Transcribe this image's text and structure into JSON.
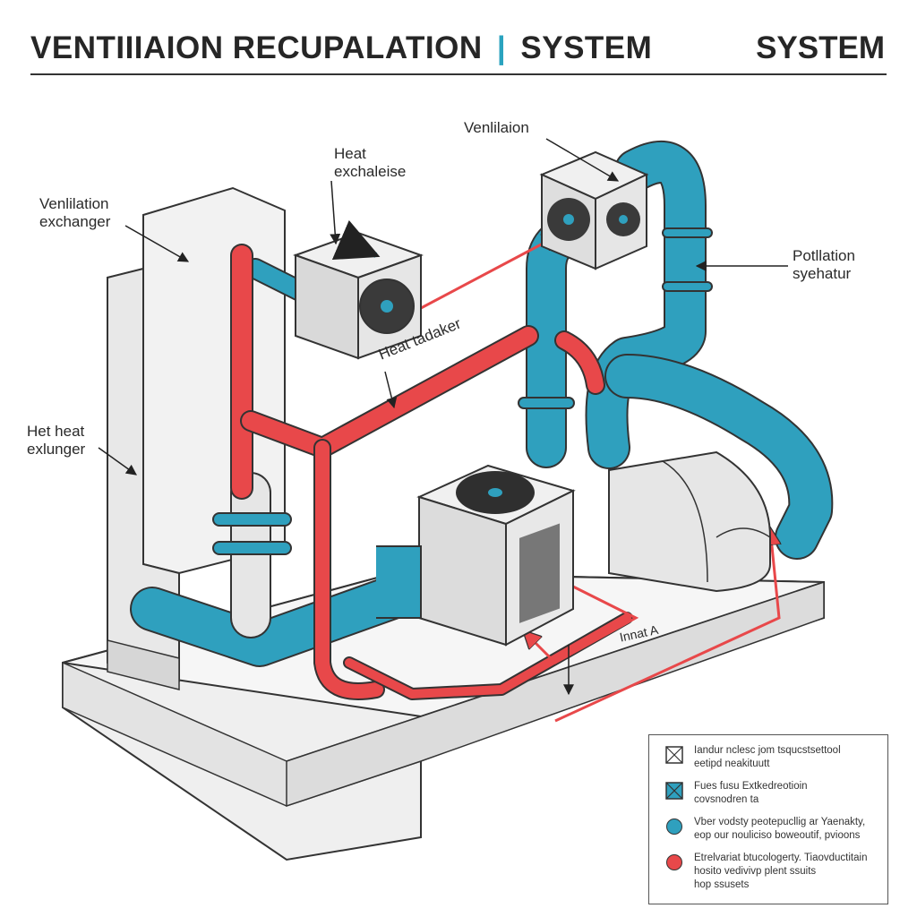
{
  "header": {
    "title_main": "VENTIIIAION RECUPALATION",
    "title_sep": "|",
    "title_sub": "SYSTEM",
    "title_right": "SYSTEM"
  },
  "labels": {
    "ventilation_exchanger": "Venlilation\nexchanger",
    "heat_exchanger_top": "Heat\nexchaleise",
    "ventilation_top": "Venlilaion",
    "pollution_system": "Potllation\nsyehatur",
    "heat_exchanger_mid": "Heat tadaker",
    "het_heat_exchanger": "Het heat\nexlunger",
    "inlet": "Innat A"
  },
  "legend": {
    "items": [
      {
        "icon": "crossed-square-icon",
        "text": "Iandur nclesc jom tsqucstsettool\neetipd neakituutt"
      },
      {
        "icon": "teal-crossed-square-icon",
        "text": "Fues fusu Extkedreotioin\ncovsnodren ta"
      },
      {
        "icon": "teal-circle-icon",
        "text": "Vber vodsty peotepucllig ar Yaenakty,\neop our nouliciso boweoutif, pvioons"
      },
      {
        "icon": "red-circle-icon",
        "text": "Etrelvariat btucologerty. Tiaovductitain\nhosito vedivivp plent ssuits\nhop ssusets"
      }
    ]
  },
  "colors": {
    "teal": "#2fa0be",
    "red": "#e8484a",
    "gray": "#e4e4e4",
    "dark": "#333333"
  }
}
